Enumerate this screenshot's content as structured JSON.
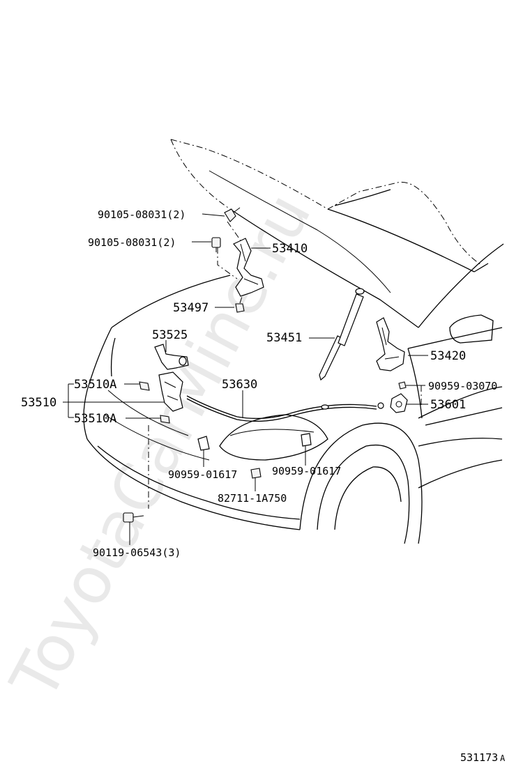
{
  "watermark": "ToyotaCarMine.ru",
  "diagram_code": "531173",
  "diagram_code_suffix": "A",
  "labels": {
    "p90105_top": "90105-08031(2)",
    "p90105_mid": "90105-08031(2)",
    "p53410": "53410",
    "p53497": "53497",
    "p53525": "53525",
    "p53451": "53451",
    "p53420": "53420",
    "p53510A_top": "53510A",
    "p53510": "53510",
    "p53510A_bot": "53510A",
    "p53630": "53630",
    "p90959_03070": "90959-03070",
    "p53601": "53601",
    "p90959_01617_left": "90959-01617",
    "p90959_01617_right": "90959-01617",
    "p82711": "82711-1A750",
    "p90119": "90119-06543(3)"
  }
}
